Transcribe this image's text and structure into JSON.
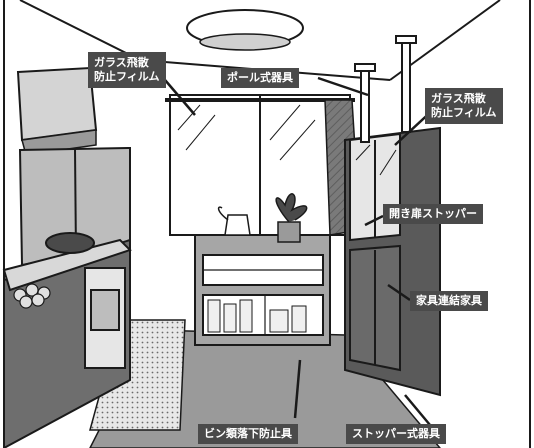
{
  "labels": {
    "film_left": {
      "line1": "ガラス飛散",
      "line2": "防止フィルム"
    },
    "pole": "ポール式器具",
    "film_right": {
      "line1": "ガラス飛散",
      "line2": "防止フィルム"
    },
    "door_stopper": "開き扉ストッパー",
    "furniture_connector": "家具連結家具",
    "bottle_drop": "ビン類落下防止具",
    "stopper_device": "ストッパー式器具"
  },
  "colors": {
    "label_bg": "#4a4a4a",
    "label_text": "#ffffff",
    "line": "#1a1a1a",
    "shade": "#8c8c8c",
    "light_shade": "#c8c8c8"
  }
}
